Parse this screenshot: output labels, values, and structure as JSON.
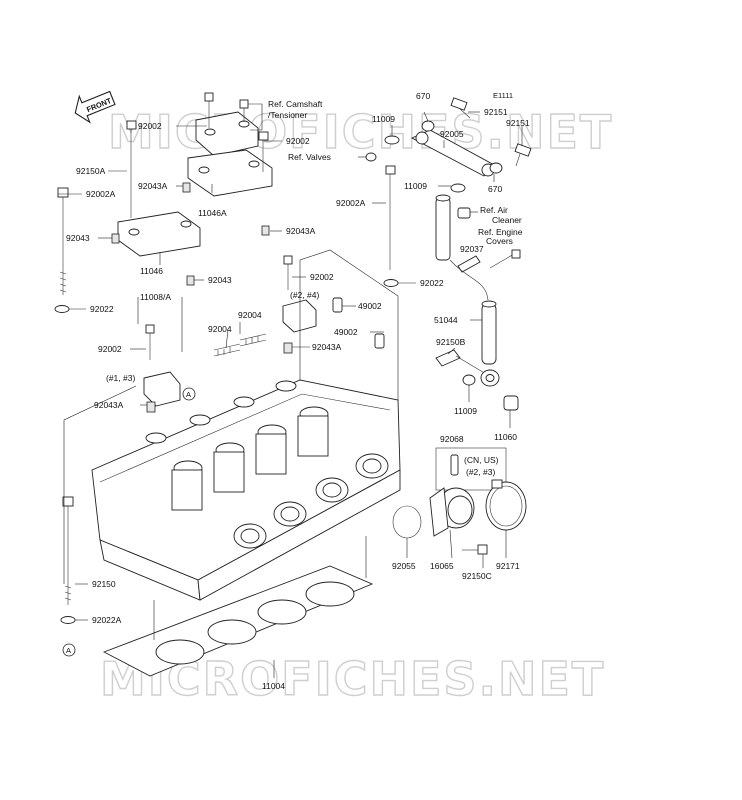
{
  "diagram_code": "E1111",
  "front_marker": "FRONT",
  "watermark": "MICROFICHES.NET",
  "circle_marker": "A",
  "labels": {
    "p92002_top": "92002",
    "ref_camshaft": "Ref. Camshaft",
    "ref_tensioner": "/Tensioner",
    "p92002_tr": "92002",
    "ref_valves": "Ref. Valves",
    "p92150A": "92150A",
    "p92043A_1": "92043A",
    "p11046A": "11046A",
    "p92002A_left": "92002A",
    "p92043_left": "92043",
    "p92043A_2": "92043A",
    "p11046": "11046",
    "p92043_mid": "92043",
    "p92022_left": "92022",
    "p11008A": "11008/A",
    "p92002_mid": "92002",
    "p92004_a": "92004",
    "p92004_b": "92004",
    "p92002_center": "92002",
    "p24_note": "(#2, #4)",
    "p49002_a": "49002",
    "p49002_b": "49002",
    "p92043A_3": "92043A",
    "p13_note": "(#1, #3)",
    "p92043A_4": "92043A",
    "p670_top": "670",
    "p92151_a": "92151",
    "p92151_b": "92151",
    "p11009_top": "11009",
    "p92005": "92005",
    "p11009_mid": "11009",
    "p670_bot": "670",
    "p92002A_right": "92002A",
    "ref_air1": "Ref. Air",
    "ref_air2": "Cleaner",
    "ref_eng1": "Ref. Engine",
    "ref_eng2": "Covers",
    "p92037": "92037",
    "p92022_right": "92022",
    "p51044": "51044",
    "p92150B": "92150B",
    "p11009_low": "11009",
    "p11060": "11060",
    "p92068": "92068",
    "cn_us": "(CN, US)",
    "p23_note": "(#2, #3)",
    "p92150_left": "92150",
    "p92022A": "92022A",
    "p92055": "92055",
    "p16065": "16065",
    "p92171": "92171",
    "p92150C": "92150C",
    "p11004": "11004"
  }
}
